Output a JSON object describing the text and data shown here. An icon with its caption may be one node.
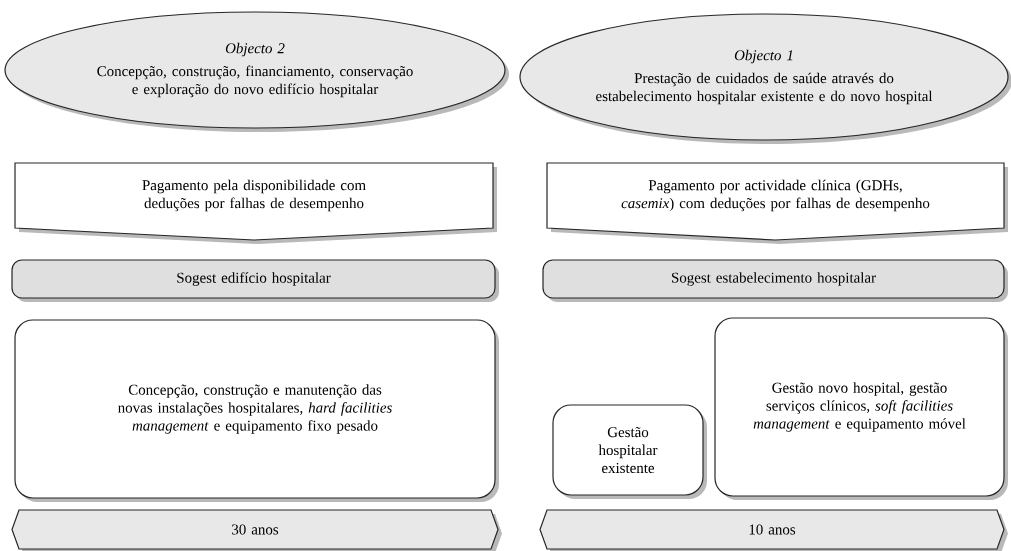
{
  "diagram": {
    "nodes": [
      {
        "text": [
          "Objecto 2",
          "Concepção, construção, financiamento, conservação e exploração do novo edifício hospitalar"
        ]
      },
      {
        "text": [
          "Objecto 1",
          "Prestação de cuidados de saúde através do estabelecimento hospitalar existente e do novo hospital"
        ]
      },
      {
        "text": [
          "Pagamento pela disponibilidade com deduções por falhas de desempenho"
        ]
      },
      {
        "text": [
          "Pagamento por actividade clínica (GDHs, *casemix*) com deduções por falhas de desempenho"
        ]
      },
      {
        "text": [
          "Sogest edifício hospitalar"
        ]
      },
      {
        "text": [
          "Sogest estabelecimento hospitalar"
        ]
      },
      {
        "text": [
          "Concepção, construção e manutenção das novas instalações hospitalares, *hard facilities management* e equipamento fixo pesado"
        ]
      },
      {
        "text": [
          "Gestão hospitalar existente"
        ]
      },
      {
        "text": [
          "Gestão novo hospital, gestão serviços clínicos, *soft facilities management* e equipamento móvel"
        ]
      },
      {
        "text": [
          "30 anos"
        ]
      },
      {
        "text": [
          "10 anos"
        ]
      }
    ]
  }
}
